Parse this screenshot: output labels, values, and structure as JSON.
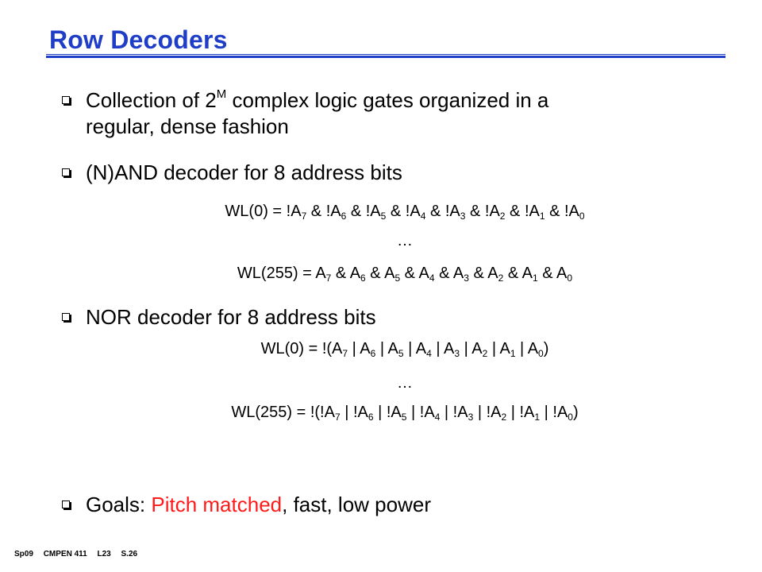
{
  "title": "Row Decoders",
  "bullets": {
    "b1": {
      "pre": "Collection of 2",
      "sup": "M",
      "post": " complex logic gates organized in a",
      "line2": "regular, dense fashion"
    },
    "b2": {
      "text": "(N)AND decoder for 8 address bits"
    },
    "b3": {
      "text": "NOR decoder for 8 address bits"
    },
    "b4": {
      "pre": "Goals: ",
      "highlight": "Pitch matched",
      "post": ", fast, low power"
    }
  },
  "equations": {
    "and_wl0": {
      "lhs": "WL(0) = ",
      "terms": [
        "!A",
        "7",
        " & !A",
        "6",
        " & !A",
        "5",
        " & !A",
        "4",
        " & !A",
        "3",
        " & !A",
        "2",
        " & !A",
        "1",
        " & !A",
        "0"
      ]
    },
    "and_ellipsis": "…",
    "and_wl255": {
      "lhs": "WL(255) = ",
      "terms": [
        "A",
        "7",
        " & A",
        "6",
        " & A",
        "5",
        " & A",
        "4",
        " & A",
        "3",
        " & A",
        "2",
        " & A",
        "1",
        " & A",
        "0"
      ]
    },
    "nor_wl0": {
      "lhs": "WL(0) = ",
      "terms": [
        "!(A",
        "7",
        " | A",
        "6",
        " | A",
        "5",
        " | A",
        "4",
        " | A",
        "3",
        " | A",
        "2",
        " | A",
        "1",
        " | A",
        "0",
        ")"
      ]
    },
    "nor_ellipsis": "…",
    "nor_wl255": {
      "lhs": "WL(255) = ",
      "terms": [
        "!(!A",
        "7",
        " | !A",
        "6",
        " | !A",
        "5",
        " | !A",
        "4",
        " | !A",
        "3",
        " | !A",
        "2",
        " | !A",
        "1",
        " | !A",
        "0",
        ")"
      ]
    }
  },
  "footer": {
    "term": "Sp09",
    "course": "CMPEN 411",
    "lecture": "L23",
    "slide": "S.26"
  }
}
